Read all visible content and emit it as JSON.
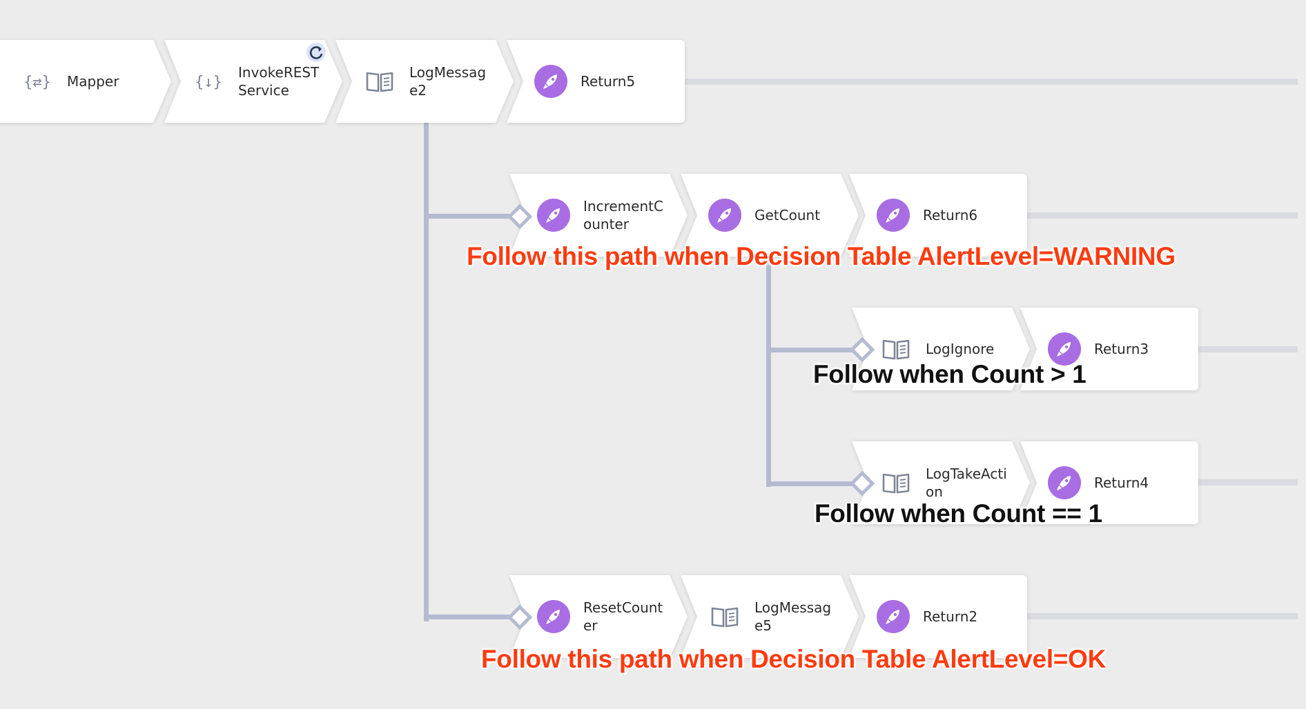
{
  "flow": {
    "main": [
      {
        "label": "Mapper",
        "icon": "mapper-icon"
      },
      {
        "label": "InvokeRESTService",
        "icon": "invoke-rest-icon",
        "badge": "refresh-icon"
      },
      {
        "label": "LogMessage2",
        "icon": "book-icon"
      },
      {
        "label": "Return5",
        "icon": "rocket-icon"
      }
    ],
    "branch_warning": [
      {
        "label": "IncrementCounter",
        "icon": "rocket-icon"
      },
      {
        "label": "GetCount",
        "icon": "rocket-icon"
      },
      {
        "label": "Return6",
        "icon": "rocket-icon"
      }
    ],
    "branch_count_gt": [
      {
        "label": "LogIgnore",
        "icon": "book-icon"
      },
      {
        "label": "Return3",
        "icon": "rocket-icon"
      }
    ],
    "branch_count_eq": [
      {
        "label": "LogTakeAction",
        "icon": "book-icon"
      },
      {
        "label": "Return4",
        "icon": "rocket-icon"
      }
    ],
    "branch_ok": [
      {
        "label": "ResetCounter",
        "icon": "rocket-icon"
      },
      {
        "label": "LogMessage5",
        "icon": "book-icon"
      },
      {
        "label": "Return2",
        "icon": "rocket-icon"
      }
    ]
  },
  "annotations": {
    "warning": "Follow this path when Decision Table AlertLevel=WARNING",
    "count_gt": "Follow when Count > 1",
    "count_eq": "Follow when Count == 1",
    "ok": "Follow this path when Decision Table AlertLevel=OK"
  },
  "colors": {
    "canvas": "#ececec",
    "connector": "#b4bbd1",
    "rocket": "#a86de3",
    "annotation_red": "#ff3b10",
    "annotation_black": "#111111"
  }
}
